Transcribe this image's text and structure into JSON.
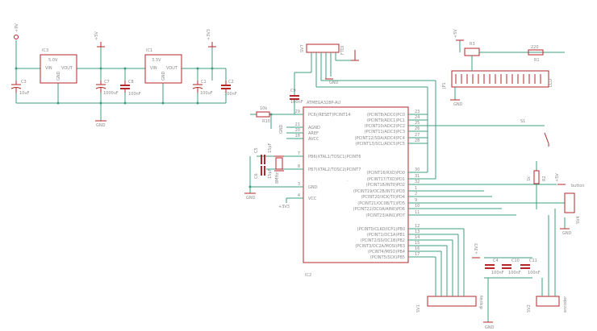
{
  "supply": {
    "left_supply": "+9V",
    "mid_supply": "+5V",
    "right_supply": "+3V3",
    "gnd": "GND",
    "vcc_label": "+3V3"
  },
  "regulators": {
    "ic3_name": "IC3",
    "ic3_value": "5.0V",
    "ic1_name": "IC1",
    "ic1_value": "3.3V",
    "vin": "VIN",
    "vout": "VOUT",
    "gnd_pin": "GND"
  },
  "caps": {
    "c3": "C3",
    "c3_val": "10uF",
    "c7": "C7",
    "c7_val": "1000uF",
    "c8": "C8",
    "c8_val": "100nF",
    "c1": "C1",
    "c1_val": "100uF",
    "c2": "C2",
    "c2_val": "100nF",
    "c9": "C9",
    "c9_val": "100nF",
    "c5": "C5",
    "c5_val": "15pF",
    "c6": "C6",
    "c6_val": "15pF",
    "c4": "C4",
    "c4_val": "100nF",
    "c10": "C10",
    "c10_val": "100nF",
    "c11": "C11",
    "c11_val": "100nF"
  },
  "mcu": {
    "name": "IC2",
    "value": "ATMEGA328P-AU",
    "left_pins": [
      {
        "label": "PC6(/RESET)PCINT14",
        "num": "29"
      },
      {
        "label": "AGND",
        "num": "21"
      },
      {
        "label": "AREF",
        "num": "20"
      },
      {
        "label": "AVCC",
        "num": "18"
      },
      {
        "label": "PB6(XTAL1/TOSC1)PCINT6",
        "num": "7"
      },
      {
        "label": "PB7(XTAL2/TOSC2)PCINT7",
        "num": "8"
      },
      {
        "label": "GND",
        "num": "3"
      },
      {
        "label": "VCC",
        "num": "4"
      }
    ],
    "right_pins_c": [
      {
        "label": "(PCINT8/ADC0)PC0",
        "num": "23"
      },
      {
        "label": "(PCINT9/ADC1)PC1",
        "num": "24"
      },
      {
        "label": "(PCINT10/ADC2)PC2",
        "num": "25"
      },
      {
        "label": "(PCINT11/ADC3)PC3",
        "num": "26"
      },
      {
        "label": "(PCINT12/SDA/ADC4)PC4",
        "num": "27"
      },
      {
        "label": "(PCINT13/SCL/ADC5)PC5",
        "num": "28"
      }
    ],
    "right_pins_d": [
      {
        "label": "(PCINT16/RXD)PD0",
        "num": "30"
      },
      {
        "label": "(PCINT17/TXD)PD1",
        "num": "31"
      },
      {
        "label": "(PCINT18/INT0)PD2",
        "num": "32"
      },
      {
        "label": "(PCINT19/OC2B/INT1)PD3",
        "num": "1"
      },
      {
        "label": "(PCINT20/XCK/T0)PD4",
        "num": "2"
      },
      {
        "label": "(PCINT21/OC0B/T1)PD5",
        "num": "9"
      },
      {
        "label": "(PCINT22/OC0A/AIN0)PD6",
        "num": "10"
      },
      {
        "label": "(PCINT23/AIN1)PD7",
        "num": "11"
      }
    ],
    "right_pins_b": [
      {
        "label": "(PCINT0/CLKO/ICP1)PB0",
        "num": "12"
      },
      {
        "label": "(PCINT1/OC1A)PB1",
        "num": "13"
      },
      {
        "label": "(PCINT2/SS/OC1B)PB2",
        "num": "14"
      },
      {
        "label": "(PCINT3/OC2A/MOSI)PB3",
        "num": "15"
      },
      {
        "label": "(PCINT4/MISO)PB4",
        "num": "16"
      },
      {
        "label": "(PCINT5/SCK)PB5",
        "num": "17"
      }
    ]
  },
  "passives": {
    "r10": "R10",
    "r10_val": "10k",
    "r1": "R1",
    "r1_val": "220",
    "r2": "R2",
    "r2_val": "1k",
    "pot": "R3",
    "crystal": "8MHz",
    "switch": "S1"
  },
  "connectors": {
    "sv7": "SV7",
    "sv7_label": "FTDI",
    "jp1": "JP1",
    "jp1_label": "LCD",
    "sv4": "SV4",
    "sv4_label": "button",
    "sv1": "SV1",
    "sv1_label": "display",
    "sv2": "SV2",
    "sv2_label": "encoder"
  }
}
